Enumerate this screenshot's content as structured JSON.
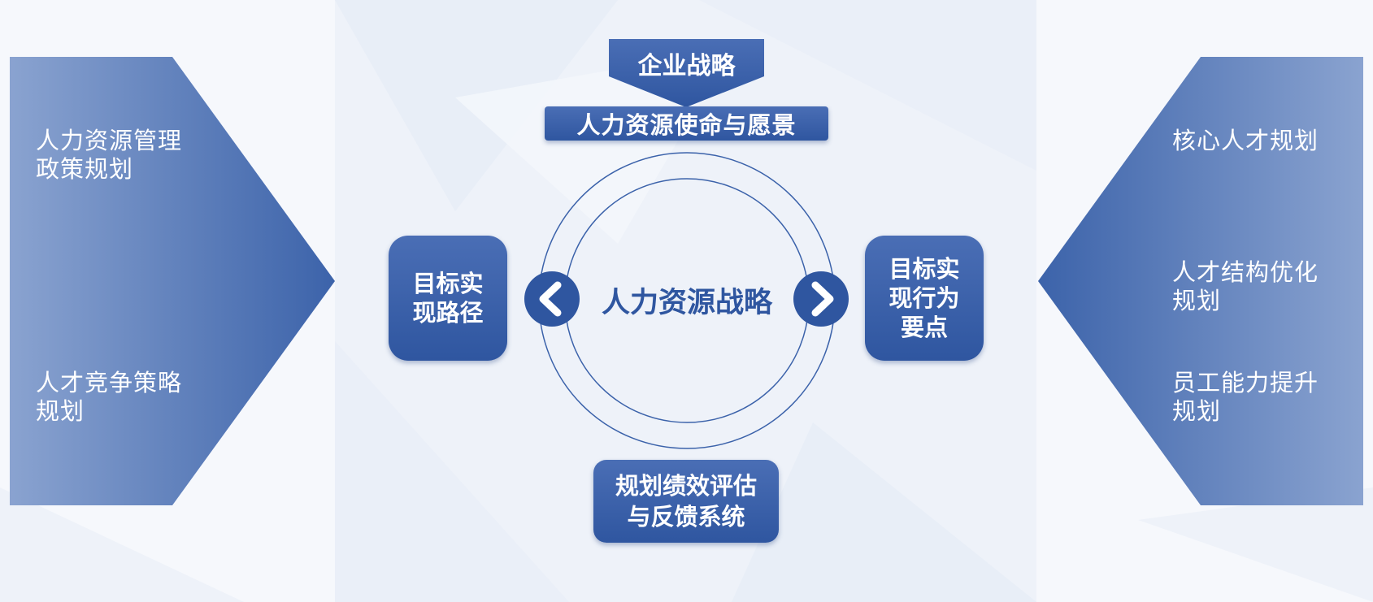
{
  "diagram": {
    "top_banner": "企业战略",
    "mission_bar": "人力资源使命与愿景",
    "center_label": "人力资源战略",
    "left_box": [
      "目标实",
      "现路径"
    ],
    "right_box": [
      "目标实",
      "现行为",
      "要点"
    ],
    "bottom_box": [
      "规划绩效评估",
      "与反馈系统"
    ],
    "left_panel": {
      "item1": [
        "人力资源管理",
        "政策规划"
      ],
      "item2": [
        "人才竞争策略",
        "规划"
      ]
    },
    "right_panel": {
      "item1": [
        "核心人才规划"
      ],
      "item2": [
        "人才结构优化",
        "规划"
      ],
      "item3": [
        "员工能力提升",
        "规划"
      ]
    }
  },
  "colors": {
    "primary": "#2f56a0",
    "primary_light": "#4a6eb5",
    "panel_light": "#8aa3d0",
    "background": "#f6f8fc"
  },
  "icons": {
    "left_arrow": "chevron-left-circle-icon",
    "right_arrow": "chevron-right-circle-icon"
  }
}
